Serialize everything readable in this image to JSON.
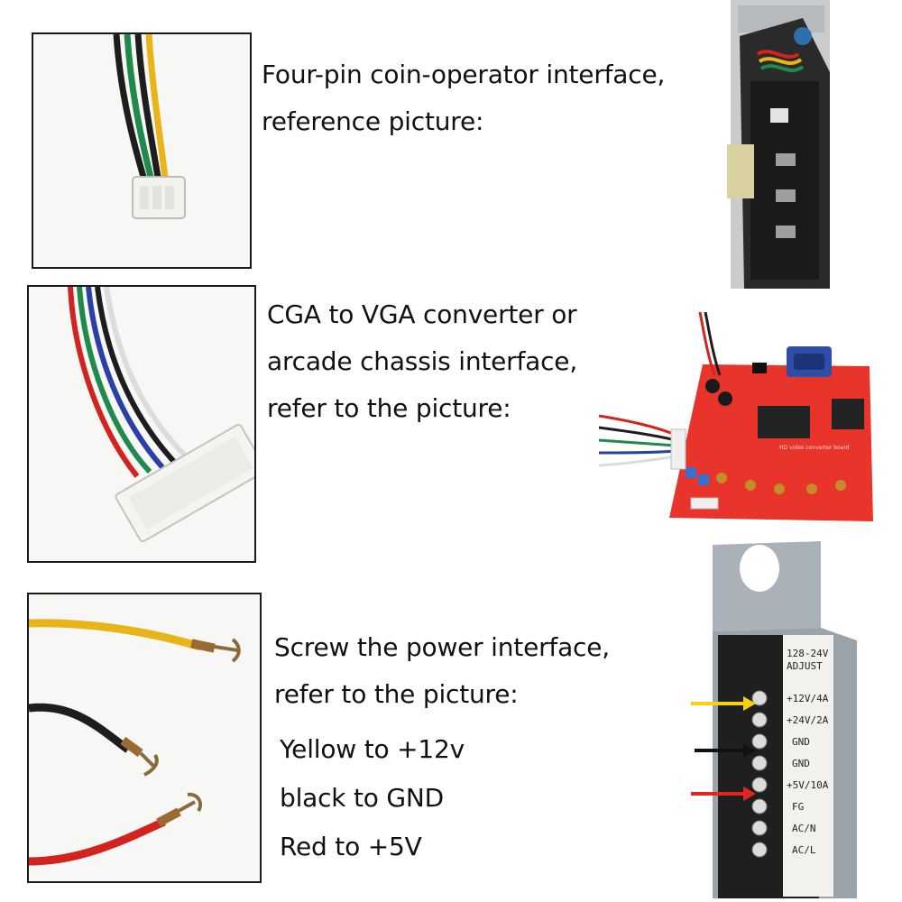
{
  "section1": {
    "lines": [
      "Four-pin coin-operator interface,",
      "reference picture:"
    ]
  },
  "section2": {
    "lines": [
      "CGA to VGA converter or",
      "arcade chassis interface,",
      "refer to the picture:"
    ],
    "board_label": "HD video converter board"
  },
  "section3": {
    "lines": [
      "Screw the power interface,",
      "refer to the picture:"
    ],
    "instructions": [
      "Yellow to +12v",
      "black to GND",
      "Red to +5V"
    ],
    "psu_model": "128-24V",
    "psu_adjust": "ADJUST",
    "terminals": [
      "+12V/4A",
      "+24V/2A",
      "GND",
      "GND",
      "+5V/10A",
      "FG",
      "AC/N",
      "AC/L"
    ]
  },
  "colors": {
    "wire_yellow": "#e8b417",
    "wire_black": "#1d1d1d",
    "wire_red": "#d2231f",
    "wire_green": "#1f8a4c",
    "wire_blue": "#2a3fa8",
    "wire_white": "#e9e9e9",
    "board_red": "#e8342a",
    "psu_silver": "#aab1b8"
  }
}
